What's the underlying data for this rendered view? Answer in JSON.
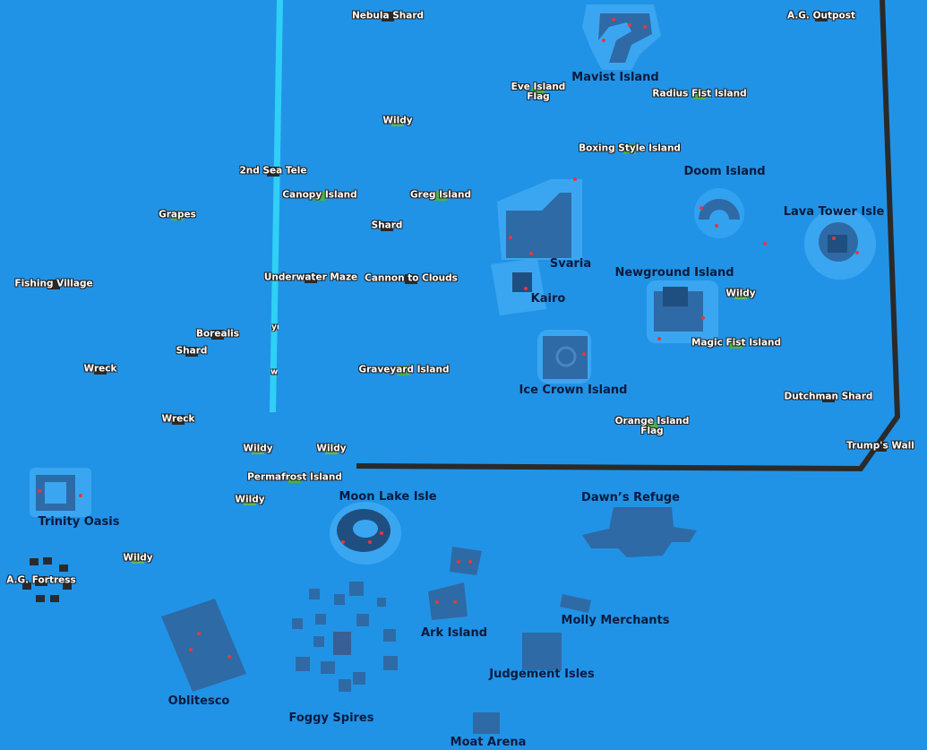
{
  "colors": {
    "ocean": "#2193e6",
    "wall": "#2a2a2a",
    "tele_beam": "#2fd0f5",
    "island_label": "#0b1b3d",
    "marker_label": "#ffffff",
    "wildy_tag": "#5cb85c"
  },
  "island_labels": [
    "Mavist Island",
    "Doom Island",
    "Lava Tower Isle",
    "Svaria",
    "Newground Island",
    "Kairo",
    "Ice Crown Island",
    "Dawn’s Refuge",
    "Moon Lake Isle",
    "Trinity Oasis",
    "Molly Merchants",
    "Ark Island",
    "Judgement Isles",
    "Oblitesco",
    "Foggy Spires",
    "Moat Arena"
  ],
  "markers": [
    "Nebula Shard",
    "A.G. Outpost",
    "Eve Island\nFlag",
    "Radius Fist Island",
    "Wildy",
    "Boxing Style Island",
    "2nd Sea Tele",
    "Canopy Island",
    "Greg Island",
    "Grapes",
    "Shard",
    "Fishing Village",
    "Underwater Maze",
    "Cannon to Clouds",
    "Wildy",
    "Borealis",
    "Magic Fist Island",
    "Shard",
    "Wreck",
    "Graveyard Island",
    "Dutchman Shard",
    "Wreck",
    "Orange Island\nFlag",
    "Wildy",
    "Wildy",
    "Trump's Wall",
    "Permafrost Island",
    "Wildy",
    "Wildy",
    "A.G. Fortress"
  ],
  "beam_fragments": [
    "yn la",
    "w"
  ]
}
